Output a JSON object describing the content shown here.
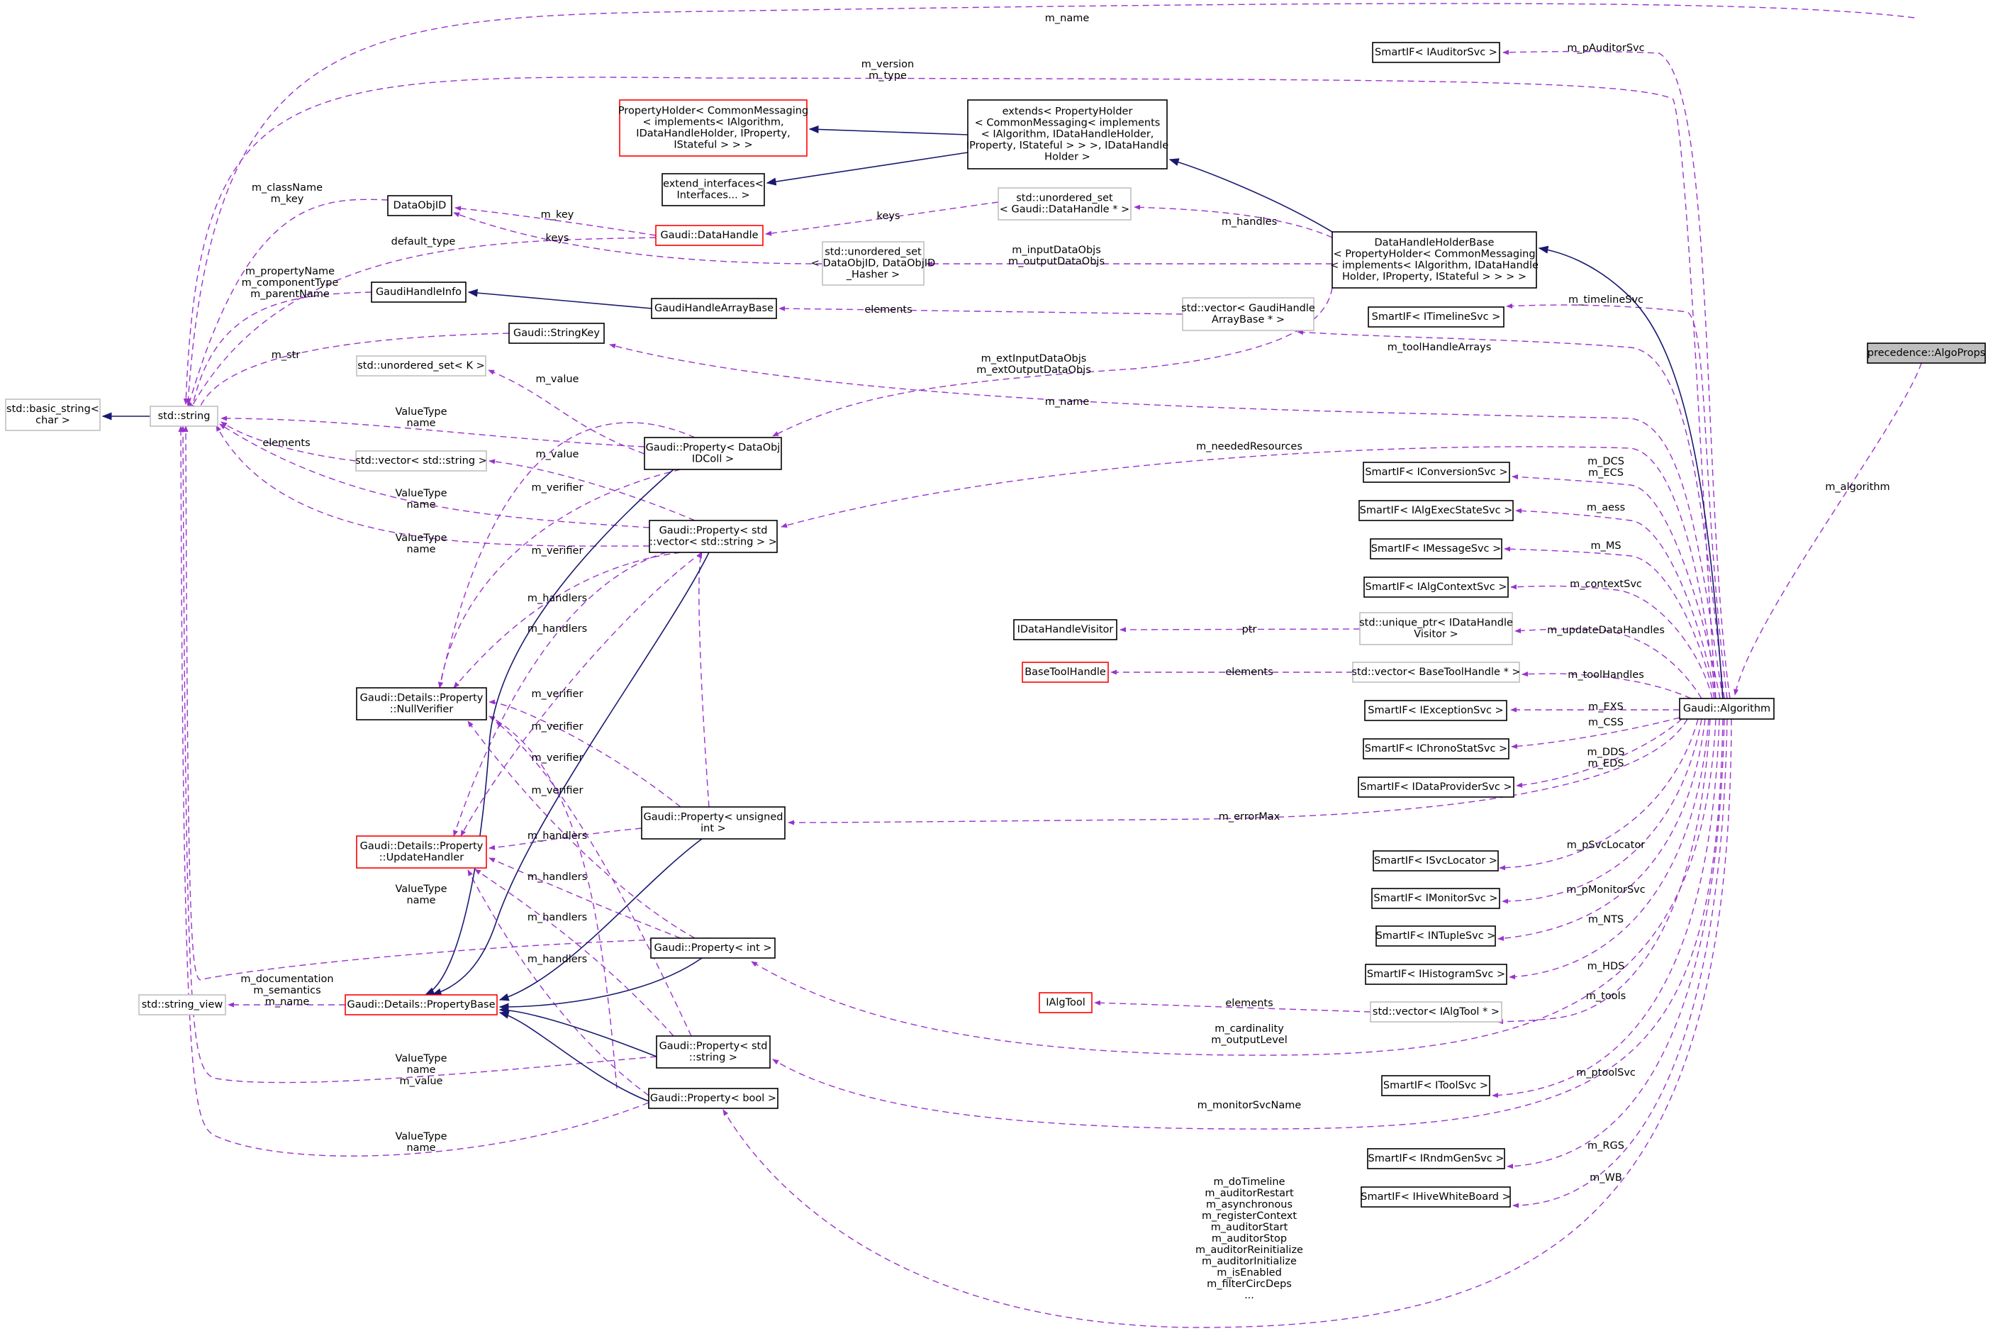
{
  "nodes": {
    "algoprops": {
      "lines": [
        "precedence::AlgoProps"
      ],
      "style": "highlight"
    },
    "algorithm": {
      "lines": [
        "Gaudi::Algorithm"
      ],
      "style": "black"
    },
    "std_string": {
      "lines": [
        "std::string"
      ],
      "style": "gray"
    },
    "basic_string": {
      "lines": [
        "std::basic_string<",
        "char >"
      ],
      "style": "gray"
    },
    "string_view": {
      "lines": [
        "std::string_view"
      ],
      "style": "gray"
    },
    "propertyholder": {
      "lines": [
        "PropertyHolder< CommonMessaging",
        "< implements< IAlgorithm,",
        "IDataHandleHolder, IProperty,",
        "IStateful > > >"
      ],
      "style": "red"
    },
    "extend_interfaces": {
      "lines": [
        "extend_interfaces<",
        "Interfaces... >"
      ],
      "style": "black"
    },
    "extends": {
      "lines": [
        "extends< PropertyHolder",
        "< CommonMessaging< implements",
        "< IAlgorithm, IDataHandleHolder,",
        "IProperty, IStateful > > >, IDataHandle",
        "Holder >"
      ],
      "style": "black"
    },
    "dhholderbase": {
      "lines": [
        "DataHandleHolderBase",
        "< PropertyHolder< CommonMessaging",
        "< implements< IAlgorithm, IDataHandle",
        "Holder, IProperty, IStateful > > > >"
      ],
      "style": "black"
    },
    "dataobjid": {
      "lines": [
        "DataObjID"
      ],
      "style": "black"
    },
    "datahandle": {
      "lines": [
        "Gaudi::DataHandle"
      ],
      "style": "red"
    },
    "uset_dh": {
      "lines": [
        "std::unordered_set",
        "< Gaudi::DataHandle * >"
      ],
      "style": "gray"
    },
    "uset_objid": {
      "lines": [
        "std::unordered_set",
        "< DataObjID, DataObjID",
        "_Hasher >"
      ],
      "style": "gray"
    },
    "handleinfo": {
      "lines": [
        "GaudiHandleInfo"
      ],
      "style": "black"
    },
    "handlearraybase": {
      "lines": [
        "GaudiHandleArrayBase"
      ],
      "style": "black"
    },
    "vec_gha": {
      "lines": [
        "std::vector< GaudiHandle",
        "ArrayBase * >"
      ],
      "style": "gray"
    },
    "stringkey": {
      "lines": [
        "Gaudi::StringKey"
      ],
      "style": "black"
    },
    "uset_k": {
      "lines": [
        "std::unordered_set< K >"
      ],
      "style": "gray"
    },
    "vec_str": {
      "lines": [
        "std::vector< std::string >"
      ],
      "style": "gray"
    },
    "prop_dataobj": {
      "lines": [
        "Gaudi::Property< DataObj",
        "IDColl >"
      ],
      "style": "black"
    },
    "prop_vecstr": {
      "lines": [
        "Gaudi::Property< std",
        "::vector< std::string > >"
      ],
      "style": "black"
    },
    "nullverifier": {
      "lines": [
        "Gaudi::Details::Property",
        "::NullVerifier"
      ],
      "style": "black"
    },
    "updatehandler": {
      "lines": [
        "Gaudi::Details::Property",
        "::UpdateHandler"
      ],
      "style": "red"
    },
    "propertybase": {
      "lines": [
        "Gaudi::Details::PropertyBase"
      ],
      "style": "red"
    },
    "prop_uint": {
      "lines": [
        "Gaudi::Property< unsigned",
        "int >"
      ],
      "style": "black"
    },
    "prop_int": {
      "lines": [
        "Gaudi::Property< int >"
      ],
      "style": "black"
    },
    "prop_str": {
      "lines": [
        "Gaudi::Property< std",
        "::string >"
      ],
      "style": "black"
    },
    "prop_bool": {
      "lines": [
        "Gaudi::Property< bool >"
      ],
      "style": "black"
    },
    "idhvisitor": {
      "lines": [
        "IDataHandleVisitor"
      ],
      "style": "black"
    },
    "uptr_visitor": {
      "lines": [
        "std::unique_ptr< IDataHandle",
        "Visitor >"
      ],
      "style": "gray"
    },
    "basetoolhandle": {
      "lines": [
        "BaseToolHandle"
      ],
      "style": "red"
    },
    "vec_bth": {
      "lines": [
        "std::vector< BaseToolHandle * >"
      ],
      "style": "gray"
    },
    "ialgtool": {
      "lines": [
        "IAlgTool"
      ],
      "style": "red"
    },
    "vec_ialgtool": {
      "lines": [
        "std::vector< IAlgTool * >"
      ],
      "style": "gray"
    },
    "si_auditor": {
      "lines": [
        "SmartIF< IAuditorSvc >"
      ],
      "style": "black"
    },
    "si_timeline": {
      "lines": [
        "SmartIF< ITimelineSvc >"
      ],
      "style": "black"
    },
    "si_conversion": {
      "lines": [
        "SmartIF< IConversionSvc >"
      ],
      "style": "black"
    },
    "si_algexec": {
      "lines": [
        "SmartIF< IAlgExecStateSvc >"
      ],
      "style": "black"
    },
    "si_message": {
      "lines": [
        "SmartIF< IMessageSvc >"
      ],
      "style": "black"
    },
    "si_algcontext": {
      "lines": [
        "SmartIF< IAlgContextSvc >"
      ],
      "style": "black"
    },
    "si_exception": {
      "lines": [
        "SmartIF< IExceptionSvc >"
      ],
      "style": "black"
    },
    "si_chrono": {
      "lines": [
        "SmartIF< IChronoStatSvc >"
      ],
      "style": "black"
    },
    "si_dataprovider": {
      "lines": [
        "SmartIF< IDataProviderSvc >"
      ],
      "style": "black"
    },
    "si_svclocator": {
      "lines": [
        "SmartIF< ISvcLocator >"
      ],
      "style": "black"
    },
    "si_monitor": {
      "lines": [
        "SmartIF< IMonitorSvc >"
      ],
      "style": "black"
    },
    "si_ntuple": {
      "lines": [
        "SmartIF< INTupleSvc >"
      ],
      "style": "black"
    },
    "si_histogram": {
      "lines": [
        "SmartIF< IHistogramSvc >"
      ],
      "style": "black"
    },
    "si_tool": {
      "lines": [
        "SmartIF< IToolSvc >"
      ],
      "style": "black"
    },
    "si_rndm": {
      "lines": [
        "SmartIF< IRndmGenSvc >"
      ],
      "style": "black"
    },
    "si_hive": {
      "lines": [
        "SmartIF< IHiveWhiteBoard >"
      ],
      "style": "black"
    }
  },
  "edge_labels": {
    "name_top": [
      "m_name"
    ],
    "version_type": [
      "m_version",
      "m_type"
    ],
    "classname_key": [
      "m_className",
      "m_key"
    ],
    "default_type": [
      "default_type"
    ],
    "propname_comp_parent": [
      "m_propertyName",
      "m_componentType",
      "m_parentName"
    ],
    "str_label": [
      "m_str"
    ],
    "valuetype_name_1": [
      "ValueType",
      "name"
    ],
    "elements_vecstr": [
      "elements"
    ],
    "valuetype_name_2": [
      "ValueType",
      "name"
    ],
    "valuetype_name_3": [
      "ValueType",
      "name"
    ],
    "valuetype_name_4": [
      "ValueType",
      "name"
    ],
    "valuetype_name_value": [
      "ValueType",
      "name",
      "m_value"
    ],
    "valuetype_name_5": [
      "ValueType",
      "name"
    ],
    "doc_sem_name": [
      "m_documentation",
      "m_semantics",
      "m_name"
    ],
    "mkey": [
      "m_key"
    ],
    "keys_1": [
      "keys"
    ],
    "keys_2": [
      "keys"
    ],
    "handles": [
      "m_handles"
    ],
    "io_dataobjs": [
      "m_inputDataObjs",
      "m_outputDataObjs"
    ],
    "elements_gha": [
      "elements"
    ],
    "tool_handle_arrays": [
      "m_toolHandleArrays"
    ],
    "ext_io_dataobjs": [
      "m_extInputDataObjs",
      "m_extOutputDataObjs"
    ],
    "m_value_1": [
      "m_value"
    ],
    "name_mid": [
      "m_name"
    ],
    "m_value_2": [
      "m_value"
    ],
    "needed_resources": [
      "m_neededResources"
    ],
    "verifier_1": [
      "m_verifier"
    ],
    "verifier_2": [
      "m_verifier"
    ],
    "handlers_1": [
      "m_handlers"
    ],
    "handlers_2": [
      "m_handlers"
    ],
    "verifier_3": [
      "m_verifier"
    ],
    "verifier_4": [
      "m_verifier"
    ],
    "verifier_5": [
      "m_verifier"
    ],
    "verifier_6": [
      "m_verifier"
    ],
    "handlers_3": [
      "m_handlers"
    ],
    "handlers_4": [
      "m_handlers"
    ],
    "handlers_5": [
      "m_handlers"
    ],
    "handlers_6": [
      "m_handlers"
    ],
    "error_max": [
      "m_errorMax"
    ],
    "cardinality": [
      "m_cardinality",
      "m_outputLevel"
    ],
    "monitor_svc_name": [
      "m_monitorSvcName"
    ],
    "bool_props": [
      "m_doTimeline",
      "m_auditorRestart",
      "m_asynchronous",
      "m_registerContext",
      "m_auditorStart",
      "m_auditorStop",
      "m_auditorReinitialize",
      "m_auditorInitialize",
      "m_isEnabled",
      "m_filterCircDeps",
      "..."
    ],
    "ptr": [
      "ptr"
    ],
    "elements_bth": [
      "elements"
    ],
    "elements_ialgtool": [
      "elements"
    ],
    "algorithm_member": [
      "m_algorithm"
    ],
    "auditor_svc": [
      "m_pAuditorSvc"
    ],
    "timeline_svc": [
      "m_timelineSvc"
    ],
    "dcs_ecs": [
      "m_DCS",
      "m_ECS"
    ],
    "aess": [
      "m_aess"
    ],
    "ms": [
      "m_MS"
    ],
    "context_svc": [
      "m_contextSvc"
    ],
    "update_dh": [
      "m_updateDataHandles"
    ],
    "tool_handles": [
      "m_toolHandles"
    ],
    "exs": [
      "m_EXS"
    ],
    "css": [
      "m_CSS"
    ],
    "dds_eds": [
      "m_DDS",
      "m_EDS"
    ],
    "svc_locator": [
      "m_pSvcLocator"
    ],
    "monitor_svc": [
      "m_pMonitorSvc"
    ],
    "nts": [
      "m_NTS"
    ],
    "hds": [
      "m_HDS"
    ],
    "tools": [
      "m_tools"
    ],
    "ptool_svc": [
      "m_ptoolSvc"
    ],
    "rgs": [
      "m_RGS"
    ],
    "wb": [
      "m_WB"
    ]
  },
  "colors": {
    "usage_edge": "#9a32cd",
    "inheritance_edge": "#191970",
    "highlight_fill": "#bfbfbf",
    "gray_border": "#bfbfbf",
    "red_border": "#ff0000"
  }
}
